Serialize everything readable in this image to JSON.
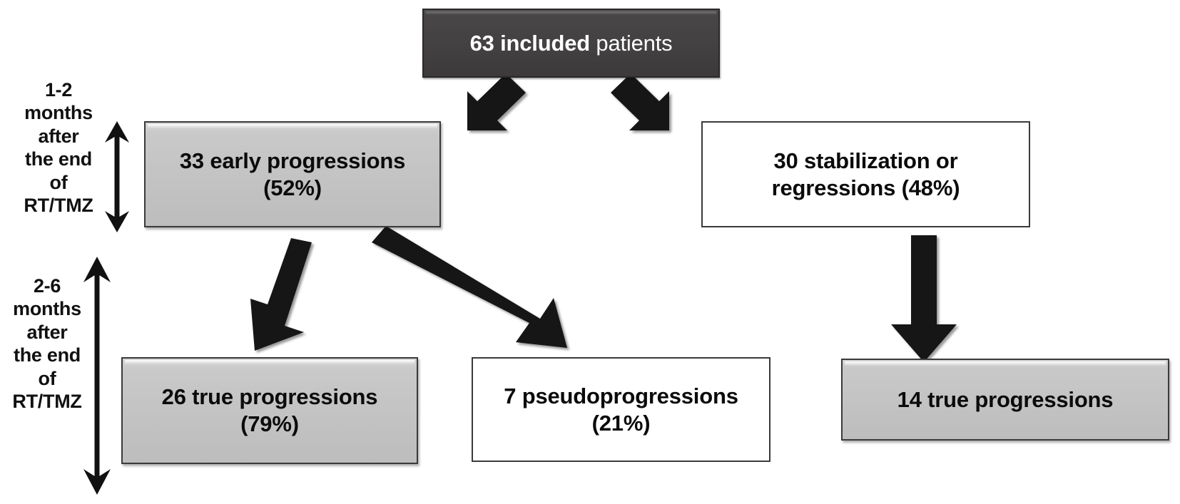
{
  "diagram": {
    "title": "63 included patients study flow",
    "colors": {
      "dark_box": "#434142",
      "gray_box": "#c6c6c6",
      "white_box": "#ffffff",
      "border": "#3a3a3a",
      "arrow": "#111111",
      "dark_box_text": "#ffffff",
      "box_text": "#0b0b0b"
    },
    "root": {
      "bold_text": "63 included",
      "rest_text": " patients"
    },
    "level1": {
      "left": {
        "line1": "33 early progressions",
        "line2": "(52%)"
      },
      "right": {
        "line1": "30 stabilization or",
        "line2": "regressions (48%)"
      }
    },
    "level2": {
      "left": {
        "line1": "26 true progressions",
        "line2": "(79%)"
      },
      "middle": {
        "line1": "7 pseudoprogressions",
        "line2": "(21%)"
      },
      "right": {
        "line1": "14 true progressions",
        "line2": ""
      }
    },
    "timeline": [
      {
        "id": "period-1",
        "lines": [
          "1-2",
          "months",
          "after",
          "the end",
          "of",
          "RT/TMZ"
        ]
      },
      {
        "id": "period-2",
        "lines": [
          "2-6",
          "months",
          "after",
          "the end",
          "of",
          "RT/TMZ"
        ]
      }
    ]
  }
}
